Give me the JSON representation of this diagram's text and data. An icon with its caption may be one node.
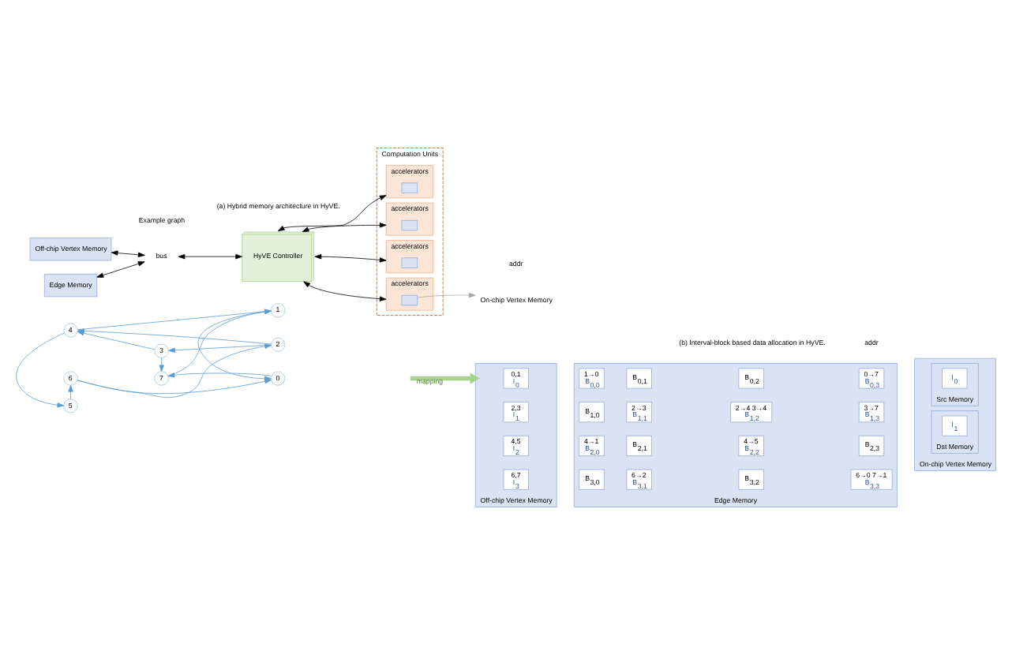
{
  "diagram": {
    "nodes": [
      {
        "text": [
          "Off-chip Vertex Memory"
        ]
      },
      {
        "text": [
          "Edge Memory"
        ]
      },
      {
        "text": [
          "bus"
        ]
      },
      {
        "text": [
          "HyVE Controller"
        ]
      },
      {
        "text": [
          "Computation Units"
        ]
      },
      {
        "text": [
          "accelerators"
        ],
        "in": 4
      },
      {
        "text": [],
        "shape": "box",
        "in": 5
      },
      {
        "text": [
          "accelerators"
        ],
        "in": 4
      },
      {
        "text": [],
        "shape": "box",
        "in": 7
      },
      {
        "text": [
          "accelerators"
        ],
        "in": 4
      },
      {
        "text": [],
        "shape": "box",
        "in": 9
      },
      {
        "text": [
          "accelerators"
        ],
        "in": 4
      },
      {
        "text": [],
        "shape": "box",
        "in": 11
      },
      {
        "text": [
          "On-chip Vertex Memory"
        ]
      },
      {
        "text": [
          "7"
        ]
      },
      {
        "text": [
          "6"
        ]
      },
      {
        "text": [
          "0"
        ]
      },
      {
        "text": [
          "5"
        ]
      },
      {
        "text": [
          "1"
        ]
      },
      {
        "text": [
          "4"
        ]
      },
      {
        "text": [
          "2"
        ]
      },
      {
        "text": [
          "3"
        ]
      },
      {
        "text": [
          "Off-chip Vertex Memory"
        ]
      },
      {
        "text": [
          "0,1",
          "I$_{0}$"
        ],
        "in": 22
      },
      {
        "text": [
          "2,3",
          "I$_{1}$"
        ],
        "in": 22
      },
      {
        "text": [
          "4,5",
          "I$_{2}$"
        ],
        "in": 22
      },
      {
        "text": [
          "6,7",
          "I$_{3}$"
        ],
        "in": 22
      },
      {
        "text": [
          "Edge Memory"
        ]
      },
      {
        "text": [
          "1→0",
          "B$_{0,0}$"
        ],
        "in": 27
      },
      {
        "text": [
          "B$_{0,1}$"
        ],
        "in": 27
      },
      {
        "text": [
          "B$_{0,2}$"
        ],
        "in": 27
      },
      {
        "text": [
          "0→7",
          "B$_{0,3}$"
        ],
        "in": 27
      },
      {
        "text": [
          "B$_{1,0}$"
        ],
        "in": 27
      },
      {
        "text": [
          "2→3",
          "B$_{1,1}$"
        ],
        "in": 27
      },
      {
        "text": [
          "2→4 3→4",
          "B$_{1,2}$"
        ],
        "in": 27
      },
      {
        "text": [
          "3→7",
          "B$_{1,3}$"
        ],
        "in": 27
      },
      {
        "text": [
          "4→1",
          "B$_{2,0}$"
        ],
        "in": 27
      },
      {
        "text": [
          "B$_{2,1}$"
        ],
        "in": 27
      },
      {
        "text": [
          "4→5",
          "B$_{2,2}$"
        ],
        "in": 27
      },
      {
        "text": [
          "B$_{2,3}$"
        ],
        "in": 27
      },
      {
        "text": [
          "B$_{3,0}$"
        ],
        "in": 27
      },
      {
        "text": [
          "6→2",
          "B$_{3,1}$"
        ],
        "in": 27
      },
      {
        "text": [
          "B$_{3,2}$"
        ],
        "in": 27
      },
      {
        "text": [
          "6→0 7→1",
          "B$_{3,3}$"
        ],
        "in": 27
      },
      {
        "text": [
          "On-chip Vertex Memory"
        ]
      },
      {
        "text": [
          "Src Memory"
        ],
        "in": 44
      },
      {
        "text": [
          "I$_{0}$"
        ],
        "in": 45
      },
      {
        "text": [
          "Dst Memory"
        ],
        "in": 44
      },
      {
        "text": [
          "I$_{1}$"
        ],
        "in": 47
      }
    ],
    "edges": [
      {
        "from": 0,
        "to": 2,
        "arrow": "both",
        "color": "#000000"
      },
      {
        "from": 1,
        "to": 2,
        "arrow": "both",
        "color": "#000000"
      },
      {
        "from": 2,
        "to": 3,
        "arrow": "both",
        "color": "#000000"
      },
      {
        "from": 3,
        "to": 5,
        "arrow": "both",
        "color": "#000000"
      },
      {
        "from": 3,
        "to": 7,
        "arrow": "both",
        "color": "#000000"
      },
      {
        "from": 3,
        "to": 9,
        "arrow": "both",
        "color": "#000000"
      },
      {
        "from": 3,
        "to": 11,
        "arrow": "both",
        "color": "#000000"
      },
      {
        "from": 12,
        "to": 13,
        "arrow": "to",
        "color": "#a6a6a6"
      },
      {
        "from": 16,
        "to": 14,
        "arrow": "to"
      },
      {
        "from": 14,
        "to": 18,
        "arrow": "to"
      },
      {
        "from": 15,
        "to": 16,
        "arrow": "to"
      },
      {
        "from": 18,
        "to": 16,
        "arrow": "to"
      },
      {
        "from": 15,
        "to": 20,
        "arrow": "to"
      },
      {
        "from": 17,
        "to": 15,
        "arrow": "to"
      },
      {
        "from": 19,
        "to": 17,
        "arrow": "to"
      },
      {
        "from": 19,
        "to": 18,
        "arrow": "to"
      },
      {
        "from": 20,
        "to": 19,
        "arrow": "to"
      },
      {
        "from": 20,
        "to": 21,
        "arrow": "to"
      },
      {
        "from": 21,
        "to": 19,
        "arrow": "to"
      },
      {
        "from": 21,
        "to": 14,
        "arrow": "to"
      },
      {
        "from": null,
        "to": 22,
        "arrow": "to",
        "label": "mapping",
        "style": "thick",
        "color": "#a9d18e"
      }
    ],
    "labels": [
      "(a) Hybrid memory architecture in HyVE.",
      "Example graph",
      "addr",
      "addr",
      "(b) Interval-block based data allocation in HyVE."
    ]
  }
}
